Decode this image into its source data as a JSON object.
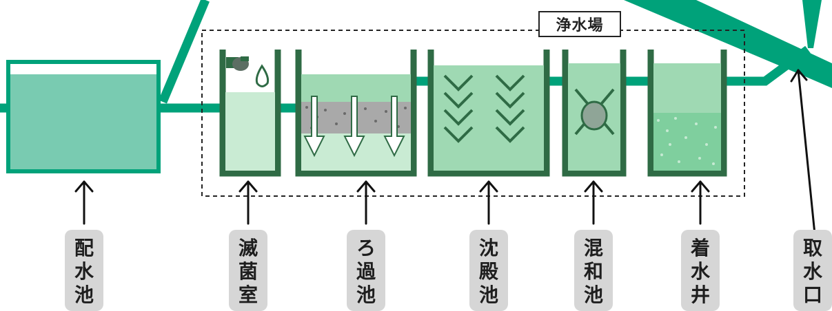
{
  "plant_label": "浄水場",
  "stages": [
    {
      "id": "distribution-reservoir",
      "chars": [
        "配",
        "水",
        "池"
      ]
    },
    {
      "id": "disinfection-room",
      "chars": [
        "滅",
        "菌",
        "室"
      ]
    },
    {
      "id": "filtration-basin",
      "chars": [
        "ろ",
        "過",
        "池"
      ]
    },
    {
      "id": "sedimentation-basin",
      "chars": [
        "沈",
        "殿",
        "池"
      ]
    },
    {
      "id": "mixing-basin",
      "chars": [
        "混",
        "和",
        "池"
      ]
    },
    {
      "id": "receiving-well",
      "chars": [
        "着",
        "水",
        "井"
      ]
    },
    {
      "id": "water-intake",
      "chars": [
        "取",
        "水",
        "口"
      ]
    }
  ],
  "colors": {
    "pipe": "#00a27a",
    "tank_wall": "#2f6b45",
    "water_light": "#9fd9b3",
    "water_pale": "#c9ebd3",
    "reservoir_fill": "#79cbb1",
    "label_bg": "#d6d6d6"
  }
}
